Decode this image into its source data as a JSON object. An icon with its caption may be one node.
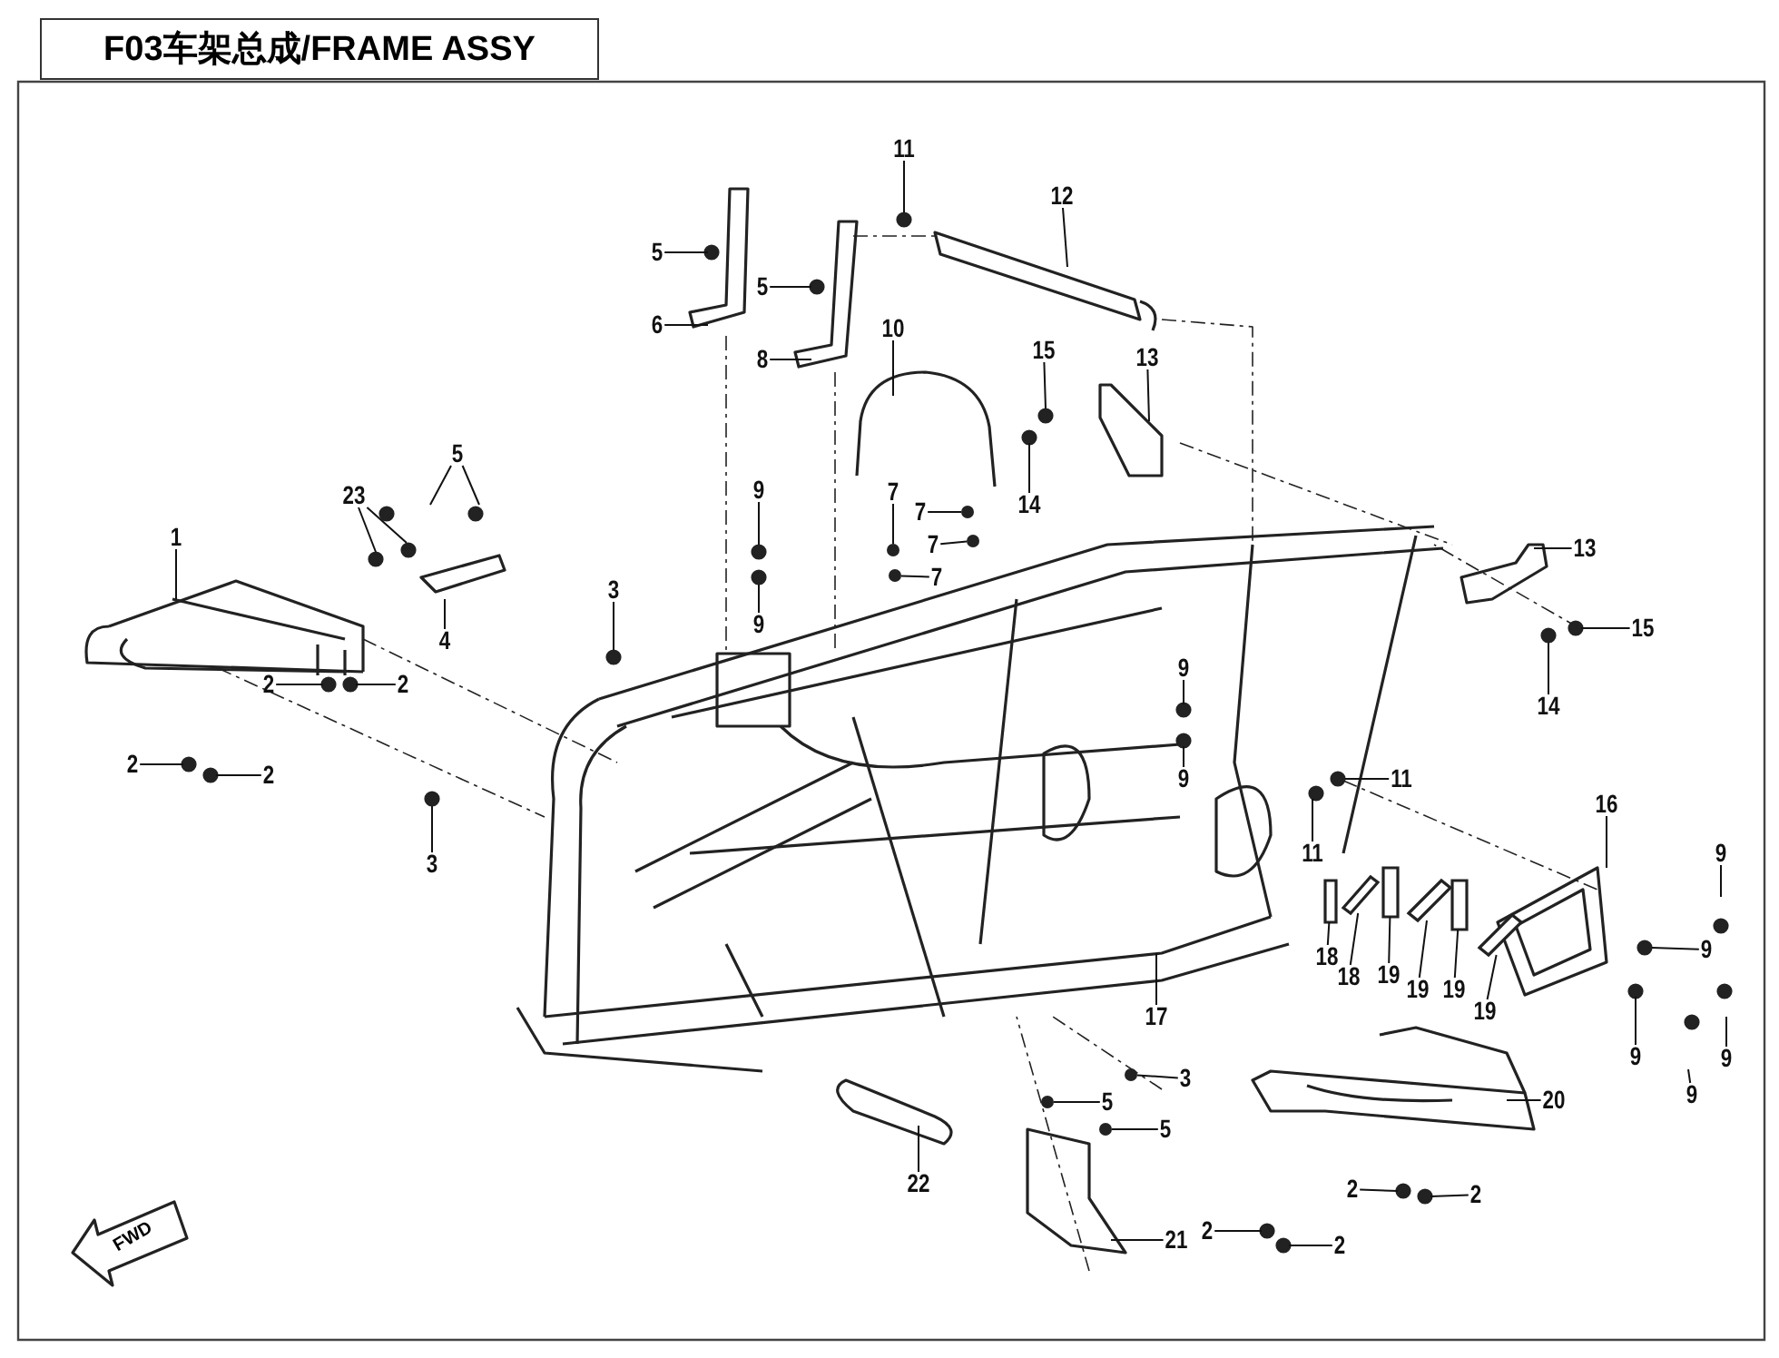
{
  "diagram": {
    "title": "F03车架总成/FRAME ASSY",
    "nodes": [
      {
        "text": [
          "1"
        ]
      },
      {
        "text": [
          "5"
        ]
      },
      {
        "text": [
          "23"
        ]
      },
      {
        "text": [
          "4"
        ]
      },
      {
        "text": [
          "2"
        ]
      },
      {
        "text": [
          "2"
        ]
      },
      {
        "text": [
          "2"
        ]
      },
      {
        "text": [
          "2"
        ]
      },
      {
        "text": [
          "3"
        ]
      },
      {
        "text": [
          "3"
        ]
      },
      {
        "text": [
          "5"
        ]
      },
      {
        "text": [
          "6"
        ]
      },
      {
        "text": [
          "5"
        ]
      },
      {
        "text": [
          "8"
        ]
      },
      {
        "text": [
          "11"
        ]
      },
      {
        "text": [
          "12"
        ]
      },
      {
        "text": [
          "10"
        ]
      },
      {
        "text": [
          "15"
        ]
      },
      {
        "text": [
          "13"
        ]
      },
      {
        "text": [
          "14"
        ]
      },
      {
        "text": [
          "9"
        ]
      },
      {
        "text": [
          "9"
        ]
      },
      {
        "text": [
          "7"
        ]
      },
      {
        "text": [
          "7"
        ]
      },
      {
        "text": [
          "7"
        ]
      },
      {
        "text": [
          "7"
        ]
      },
      {
        "text": [
          "13"
        ]
      },
      {
        "text": [
          "15"
        ]
      },
      {
        "text": [
          "14"
        ]
      },
      {
        "text": [
          "9"
        ]
      },
      {
        "text": [
          "9"
        ]
      },
      {
        "text": [
          "11"
        ]
      },
      {
        "text": [
          "11"
        ]
      },
      {
        "text": [
          "16"
        ]
      },
      {
        "text": [
          "9"
        ]
      },
      {
        "text": [
          "9"
        ]
      },
      {
        "text": [
          "9"
        ]
      },
      {
        "text": [
          "9"
        ]
      },
      {
        "text": [
          "9"
        ]
      },
      {
        "text": [
          "18"
        ]
      },
      {
        "text": [
          "18"
        ]
      },
      {
        "text": [
          "19"
        ]
      },
      {
        "text": [
          "19"
        ]
      },
      {
        "text": [
          "19"
        ]
      },
      {
        "text": [
          "19"
        ]
      },
      {
        "text": [
          "17"
        ]
      },
      {
        "text": [
          "3"
        ]
      },
      {
        "text": [
          "20"
        ]
      },
      {
        "text": [
          "5"
        ]
      },
      {
        "text": [
          "5"
        ]
      },
      {
        "text": [
          "22"
        ]
      },
      {
        "text": [
          "21"
        ]
      },
      {
        "text": [
          "2"
        ]
      },
      {
        "text": [
          "2"
        ]
      },
      {
        "text": [
          "2"
        ]
      },
      {
        "text": [
          "2"
        ]
      },
      {
        "text": [],
        "shape": "circle"
      },
      {
        "text": [],
        "shape": "circle"
      },
      {
        "text": [],
        "shape": "circle"
      },
      {
        "text": [],
        "shape": "circle"
      },
      {
        "text": [],
        "shape": "box"
      },
      {
        "text": [],
        "shape": "box"
      },
      {
        "text": [],
        "shape": "box"
      },
      {
        "text": [],
        "shape": "box"
      },
      {
        "text": [],
        "shape": "box"
      },
      {
        "text": [],
        "shape": "box"
      },
      {
        "text": [],
        "shape": "circle"
      },
      {
        "text": [],
        "shape": "circle"
      },
      {
        "text": [],
        "shape": "circle"
      }
    ],
    "edges": [
      {
        "from": 0,
        "to": null,
        "arrow": "none"
      },
      {
        "from": 1,
        "to": null,
        "arrow": "none"
      },
      {
        "from": 1,
        "to": null,
        "arrow": "none"
      },
      {
        "from": 2,
        "to": null,
        "arrow": "none"
      },
      {
        "from": 2,
        "to": null,
        "arrow": "none"
      },
      {
        "from": 3,
        "to": null,
        "arrow": "none"
      },
      {
        "from": 4,
        "to": null,
        "arrow": "none"
      },
      {
        "from": 5,
        "to": null,
        "arrow": "none"
      },
      {
        "from": 6,
        "to": null,
        "arrow": "none"
      },
      {
        "from": 7,
        "to": null,
        "arrow": "none"
      },
      {
        "from": 8,
        "to": null,
        "arrow": "none"
      },
      {
        "from": 9,
        "to": null,
        "arrow": "none"
      },
      {
        "from": 10,
        "to": null,
        "arrow": "none"
      },
      {
        "from": 11,
        "to": null,
        "arrow": "none"
      },
      {
        "from": 12,
        "to": null,
        "arrow": "none"
      },
      {
        "from": 13,
        "to": null,
        "arrow": "none"
      },
      {
        "from": 14,
        "to": null,
        "arrow": "none"
      },
      {
        "from": 15,
        "to": null,
        "arrow": "none"
      },
      {
        "from": 16,
        "to": null,
        "arrow": "none"
      },
      {
        "from": 17,
        "to": null,
        "arrow": "none"
      },
      {
        "from": 18,
        "to": null,
        "arrow": "none"
      },
      {
        "from": 19,
        "to": null,
        "arrow": "none"
      },
      {
        "from": 20,
        "to": null,
        "arrow": "none"
      },
      {
        "from": 21,
        "to": null,
        "arrow": "none"
      },
      {
        "from": 22,
        "to": 56,
        "arrow": "none"
      },
      {
        "from": 23,
        "to": 57,
        "arrow": "none"
      },
      {
        "from": 24,
        "to": 58,
        "arrow": "none"
      },
      {
        "from": 25,
        "to": 59,
        "arrow": "none"
      },
      {
        "from": 26,
        "to": null,
        "arrow": "none"
      },
      {
        "from": 27,
        "to": null,
        "arrow": "none"
      },
      {
        "from": 28,
        "to": null,
        "arrow": "none"
      },
      {
        "from": 29,
        "to": null,
        "arrow": "none"
      },
      {
        "from": 30,
        "to": null,
        "arrow": "none"
      },
      {
        "from": 31,
        "to": null,
        "arrow": "none"
      },
      {
        "from": 32,
        "to": null,
        "arrow": "none"
      },
      {
        "from": 33,
        "to": null,
        "arrow": "none"
      },
      {
        "from": 34,
        "to": null,
        "arrow": "none"
      },
      {
        "from": 35,
        "to": null,
        "arrow": "none"
      },
      {
        "from": 36,
        "to": null,
        "arrow": "none"
      },
      {
        "from": 37,
        "to": null,
        "arrow": "none"
      },
      {
        "from": 38,
        "to": null,
        "arrow": "none"
      },
      {
        "from": 39,
        "to": 60,
        "arrow": "none"
      },
      {
        "from": 40,
        "to": 61,
        "arrow": "none"
      },
      {
        "from": 41,
        "to": 62,
        "arrow": "none"
      },
      {
        "from": 42,
        "to": 63,
        "arrow": "none"
      },
      {
        "from": 43,
        "to": 64,
        "arrow": "none"
      },
      {
        "from": 44,
        "to": 65,
        "arrow": "none"
      },
      {
        "from": 45,
        "to": null,
        "arrow": "none"
      },
      {
        "from": 46,
        "to": 66,
        "arrow": "none"
      },
      {
        "from": 47,
        "to": null,
        "arrow": "none"
      },
      {
        "from": 48,
        "to": 67,
        "arrow": "none"
      },
      {
        "from": 49,
        "to": 68,
        "arrow": "none"
      },
      {
        "from": 50,
        "to": null,
        "arrow": "none"
      },
      {
        "from": 51,
        "to": null,
        "arrow": "none"
      },
      {
        "from": 52,
        "to": null,
        "arrow": "none"
      },
      {
        "from": 53,
        "to": null,
        "arrow": "none"
      },
      {
        "from": 54,
        "to": null,
        "arrow": "none"
      },
      {
        "from": 55,
        "to": null,
        "arrow": "none"
      }
    ],
    "labels": [
      "FWD"
    ]
  }
}
